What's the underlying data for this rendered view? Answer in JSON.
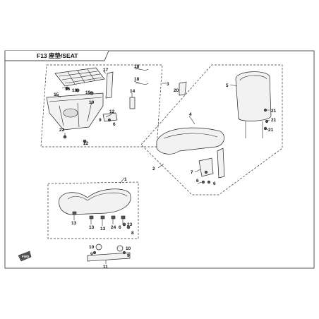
{
  "title": "F13 座垫/SEAT",
  "callouts": [
    "1",
    "2",
    "3",
    "4",
    "5",
    "6",
    "7",
    "8",
    "9",
    "10",
    "11",
    "12",
    "13",
    "14",
    "15",
    "16",
    "17",
    "18",
    "19",
    "20",
    "21",
    "22",
    "23",
    "24"
  ],
  "fwd_label": "FWD"
}
